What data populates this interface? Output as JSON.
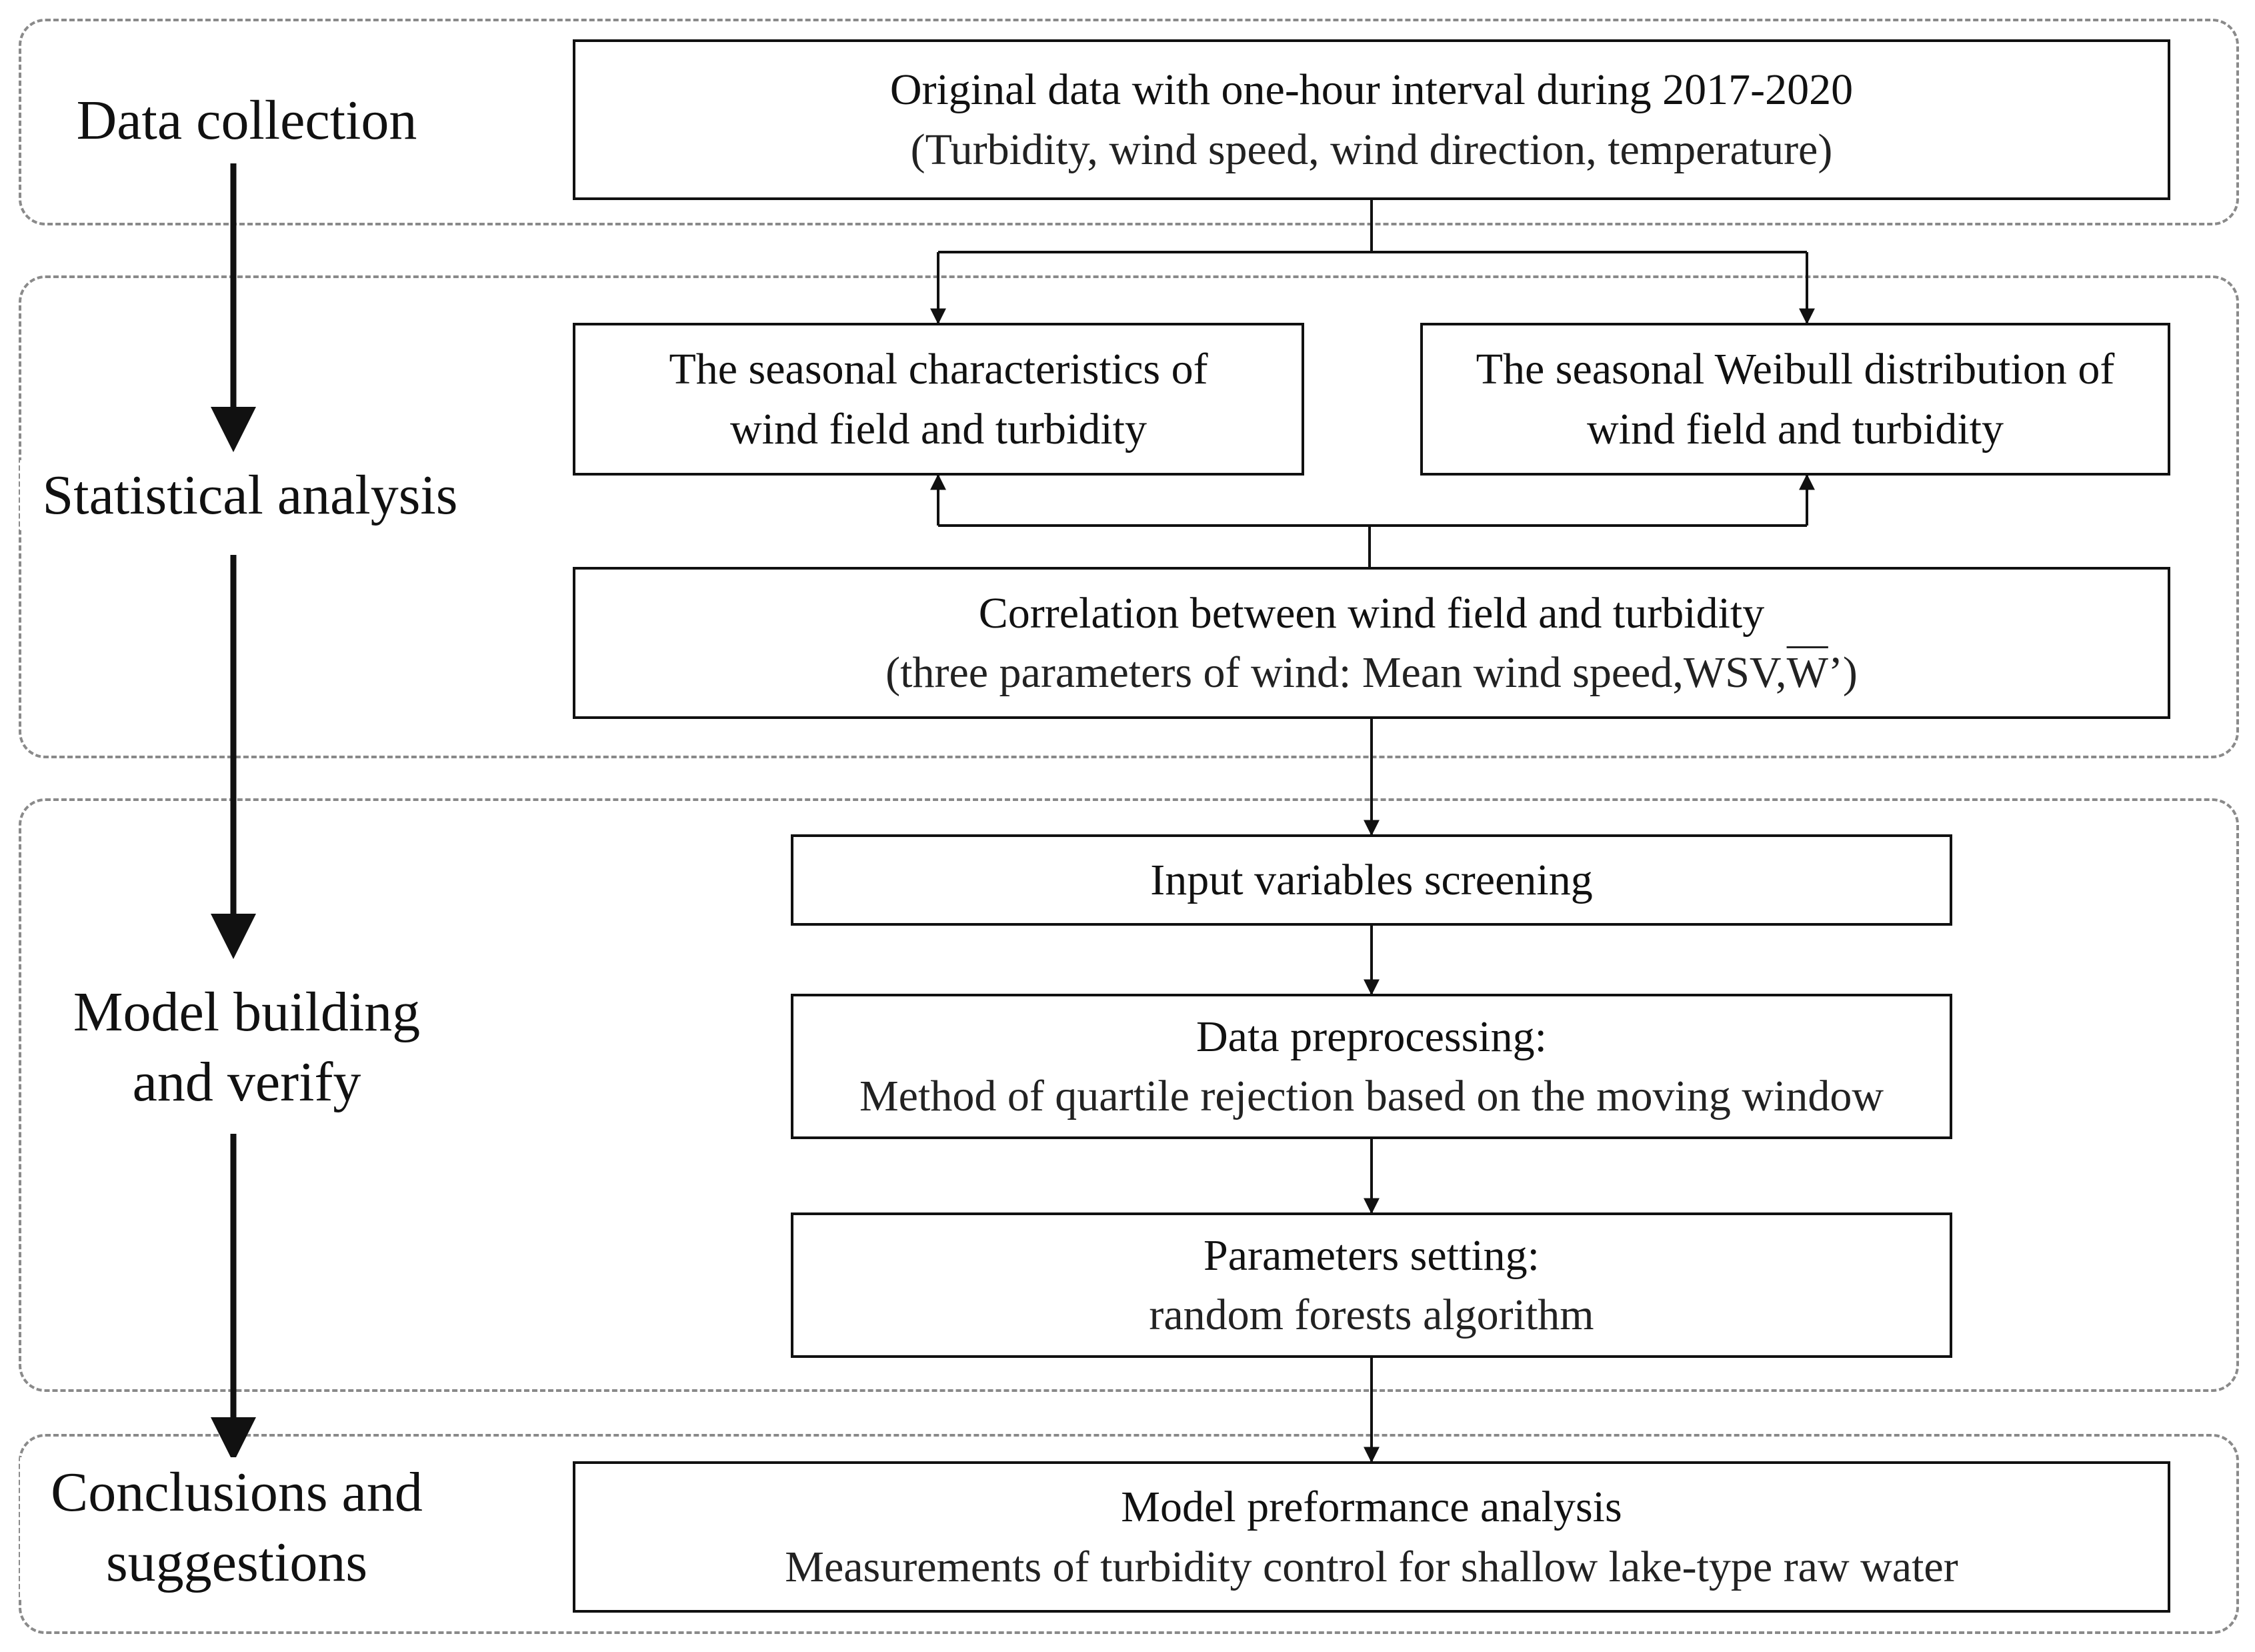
{
  "stages": {
    "collection": "Data collection",
    "statistical": "Statistical analysis",
    "model_line1": "Model building",
    "model_line2": "and verify",
    "conclusions_line1": "Conclusions and",
    "conclusions_line2": "suggestions"
  },
  "boxes": {
    "original": {
      "line1": "Original data with one-hour interval during 2017-2020",
      "line2": "(Turbidity, wind speed, wind direction, temperature)"
    },
    "seasonal_characteristics": {
      "line1": "The seasonal characteristics of",
      "line2": "wind field and turbidity"
    },
    "seasonal_weibull": {
      "line1": "The seasonal Weibull distribution of",
      "line2": "wind field and turbidity"
    },
    "correlation": {
      "line1": "Correlation between wind field and turbidity",
      "line2_prefix": "(three parameters of wind:  Mean wind speed,WSV,",
      "line2_w": "W",
      "line2_suffix": "’)"
    },
    "screening": {
      "line1": "Input variables screening"
    },
    "preprocessing": {
      "line1": "Data preprocessing:",
      "line2": "Method of quartile rejection based on the moving window"
    },
    "parameters": {
      "line1": "Parameters setting:",
      "line2": "random forests algorithm"
    },
    "performance": {
      "line1": "Model preformance analysis",
      "line2": "Measurements of turbidity control for shallow lake-type raw water"
    }
  }
}
